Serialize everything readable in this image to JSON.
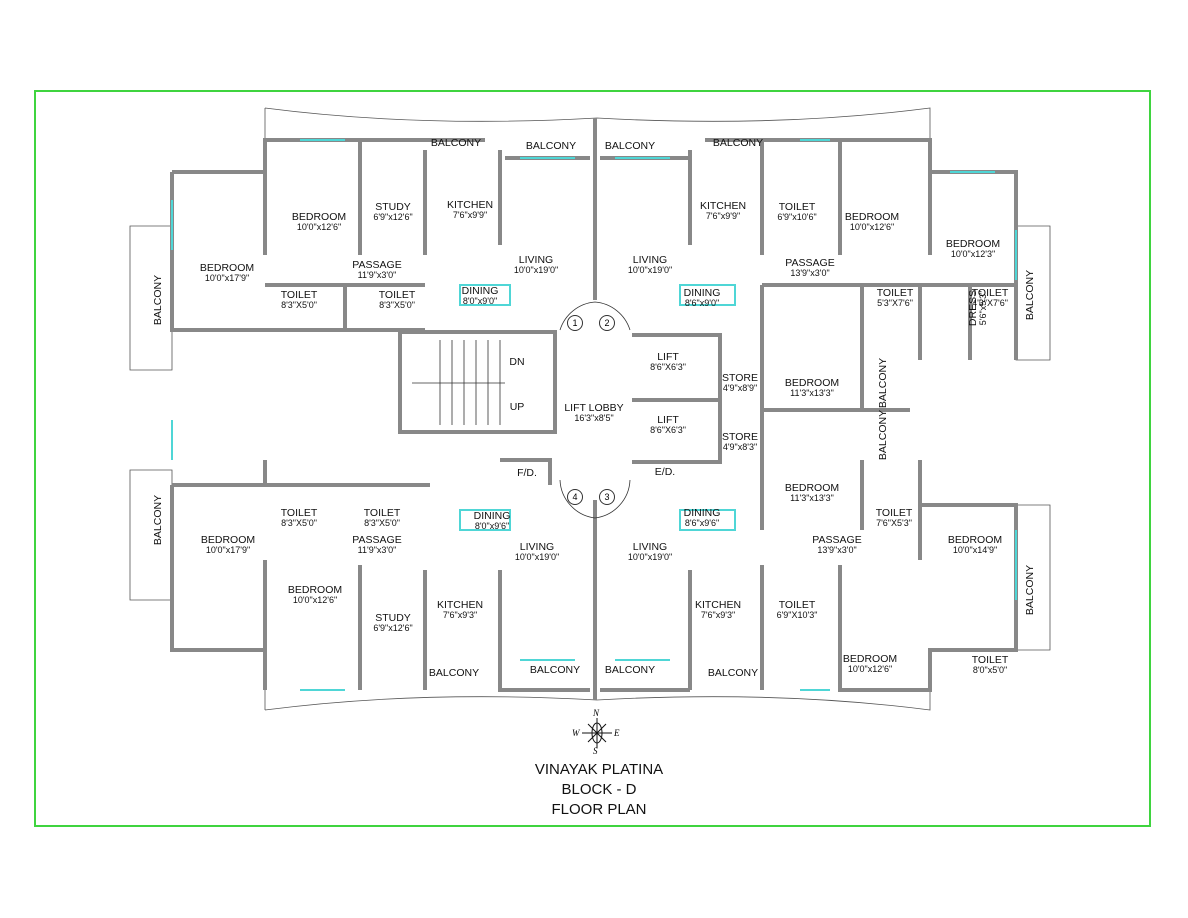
{
  "rooms": [
    {
      "name": "BALCONY",
      "dims": ""
    },
    {
      "name": "BALCONY",
      "dims": ""
    },
    {
      "name": "STUDY",
      "dims": "6'9\"x12'6\""
    },
    {
      "name": "BEDROOM",
      "dims": "10'0\"x12'6\""
    },
    {
      "name": "KITCHEN",
      "dims": "7'6\"x9'9\""
    },
    {
      "name": "BEDROOM",
      "dims": "10'0\"x17'9\""
    },
    {
      "name": "PASSAGE",
      "dims": "11'9\"x3'0\""
    },
    {
      "name": "LIVING",
      "dims": "10'0\"x19'0\""
    },
    {
      "name": "TOILET",
      "dims": "8'3\"X5'0\""
    },
    {
      "name": "TOILET",
      "dims": "8'3\"X5'0\""
    },
    {
      "name": "DINING",
      "dims": "8'0\"x9'0\""
    },
    {
      "name": "BALCONY",
      "dims": ""
    },
    {
      "name": "BALCONY",
      "dims": ""
    },
    {
      "name": "BALCONY",
      "dims": ""
    },
    {
      "name": "KITCHEN",
      "dims": "7'6\"x9'9\""
    },
    {
      "name": "TOILET",
      "dims": "6'9\"x10'6\""
    },
    {
      "name": "BEDROOM",
      "dims": "10'0\"x12'6\""
    },
    {
      "name": "BEDROOM",
      "dims": "10'0\"x12'3\""
    },
    {
      "name": "LIVING",
      "dims": "10'0\"x19'0\""
    },
    {
      "name": "PASSAGE",
      "dims": "13'9\"x3'0\""
    },
    {
      "name": "DINING",
      "dims": "8'6\"x9'0\""
    },
    {
      "name": "TOILET",
      "dims": "5'3\"X7'6\""
    },
    {
      "name": "DRESS",
      "dims": "5'6\"x5'3\""
    },
    {
      "name": "TOILET",
      "dims": "4'3\"X7'6\""
    },
    {
      "name": "BALCONY",
      "dims": ""
    },
    {
      "name": "LIFT",
      "dims": "8'6\"X6'3\""
    },
    {
      "name": "LIFT",
      "dims": "8'6\"X6'3\""
    },
    {
      "name": "LIFT LOBBY",
      "dims": "16'3\"x8'5\""
    },
    {
      "name": "DN",
      "dims": ""
    },
    {
      "name": "UP",
      "dims": ""
    },
    {
      "name": "STORE",
      "dims": "4'9\"x8'9\""
    },
    {
      "name": "STORE",
      "dims": "4'9\"x8'3\""
    },
    {
      "name": "BEDROOM",
      "dims": "11'3\"x13'3\""
    },
    {
      "name": "BEDROOM",
      "dims": "11'3\"x13'3\""
    },
    {
      "name": "BALCONY",
      "dims": ""
    },
    {
      "name": "BALCONY",
      "dims": ""
    },
    {
      "name": "E/D.",
      "dims": ""
    },
    {
      "name": "F/D.",
      "dims": ""
    },
    {
      "name": "TOILET",
      "dims": "8'3\"X5'0\""
    },
    {
      "name": "TOILET",
      "dims": "8'3\"X5'0\""
    },
    {
      "name": "DINING",
      "dims": "8'0\"x9'6\""
    },
    {
      "name": "BEDROOM",
      "dims": "10'0\"x17'9\""
    },
    {
      "name": "PASSAGE",
      "dims": "11'9\"x3'0\""
    },
    {
      "name": "LIVING",
      "dims": "10'0\"x19'0\""
    },
    {
      "name": "BALCONY",
      "dims": ""
    },
    {
      "name": "BEDROOM",
      "dims": "10'0\"x12'6\""
    },
    {
      "name": "STUDY",
      "dims": "6'9\"x12'6\""
    },
    {
      "name": "KITCHEN",
      "dims": "7'6\"x9'3\""
    },
    {
      "name": "BALCONY",
      "dims": ""
    },
    {
      "name": "BALCONY",
      "dims": ""
    },
    {
      "name": "DINING",
      "dims": "8'6\"x9'6\""
    },
    {
      "name": "TOILET",
      "dims": "7'6\"X5'3\""
    },
    {
      "name": "PASSAGE",
      "dims": "13'9\"x3'0\""
    },
    {
      "name": "BEDROOM",
      "dims": "10'0\"x14'9\""
    },
    {
      "name": "LIVING",
      "dims": "10'0\"x19'0\""
    },
    {
      "name": "KITCHEN",
      "dims": "7'6\"x9'3\""
    },
    {
      "name": "TOILET",
      "dims": "6'9\"X10'3\""
    },
    {
      "name": "BALCONY",
      "dims": ""
    },
    {
      "name": "BEDROOM",
      "dims": "10'0\"x12'6\""
    },
    {
      "name": "BALCONY",
      "dims": ""
    },
    {
      "name": "BALCONY",
      "dims": ""
    },
    {
      "name": "TOILET",
      "dims": "8'0\"x5'0\""
    }
  ],
  "flat_numbers": [
    "1",
    "2",
    "3",
    "4"
  ],
  "compass": {
    "n": "N",
    "s": "S",
    "e": "E",
    "w": "W"
  },
  "title": {
    "line1": "VINAYAK PLATINA",
    "line2": "BLOCK - D",
    "line3": "FLOOR PLAN"
  },
  "colors": {
    "border": "#3fd43f",
    "wall": "#8a8a8a",
    "window": "#4fd6d6",
    "accent": "#c040c0"
  }
}
